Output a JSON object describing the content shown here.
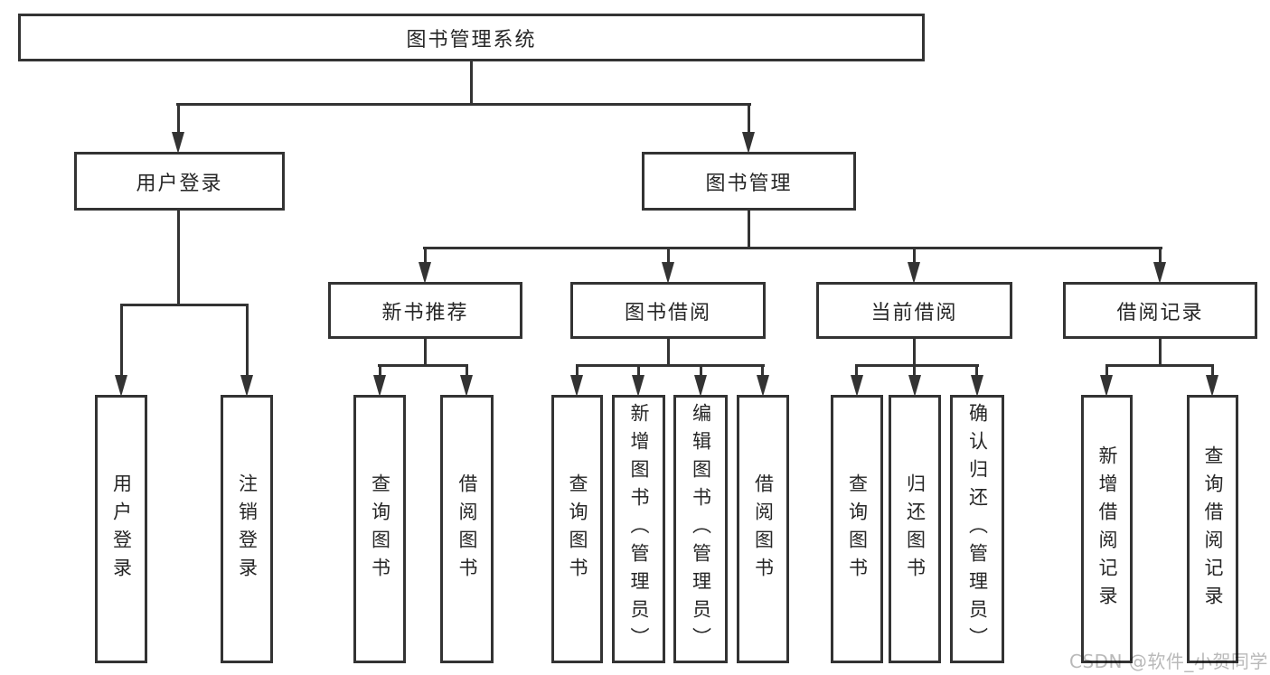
{
  "diagram": {
    "root": {
      "label": "图书管理系统"
    },
    "branches": [
      {
        "label": "用户登录",
        "children": [
          "用户登录",
          "注销登录"
        ]
      },
      {
        "label": "图书管理",
        "sections": [
          {
            "label": "新书推荐",
            "children": [
              "查询图书",
              "借阅图书"
            ]
          },
          {
            "label": "图书借阅",
            "children": [
              "查询图书",
              "新增图书（管理员）",
              "编辑图书（管理员）",
              "借阅图书"
            ]
          },
          {
            "label": "当前借阅",
            "children": [
              "查询图书",
              "归还图书",
              "确认归还（管理员）"
            ]
          },
          {
            "label": "借阅记录",
            "children": [
              "新增借阅记录",
              "查询借阅记录"
            ]
          }
        ]
      }
    ]
  },
  "watermark": {
    "text": "CSDN @软件_小贺同学"
  },
  "colors": {
    "line": "#333333",
    "box_fill": "#ffffff",
    "text": "#262626",
    "watermark": "#b9b9b9",
    "background": "#ffffff"
  }
}
